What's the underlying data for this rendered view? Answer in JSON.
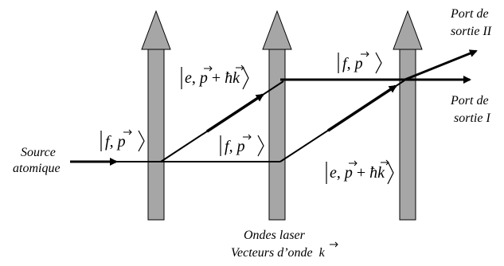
{
  "diagram": {
    "source_label_line1": "Source",
    "source_label_line2": "atomique",
    "port2_line1": "Port de",
    "port2_line2": "sortie II",
    "port1_line1": "Port de",
    "port1_line2": "sortie I",
    "laser_label_line1": "Ondes laser",
    "laser_label_line2": "Vecteurs d’onde",
    "laser_k": "k",
    "state_f_var": "f",
    "state_e_var": "e",
    "state_p_var": "p",
    "state_hbar_k": "ħk",
    "colors": {
      "beam_fill": "#a6a6a6",
      "beam_stroke": "#000000",
      "path": "#000000"
    }
  }
}
